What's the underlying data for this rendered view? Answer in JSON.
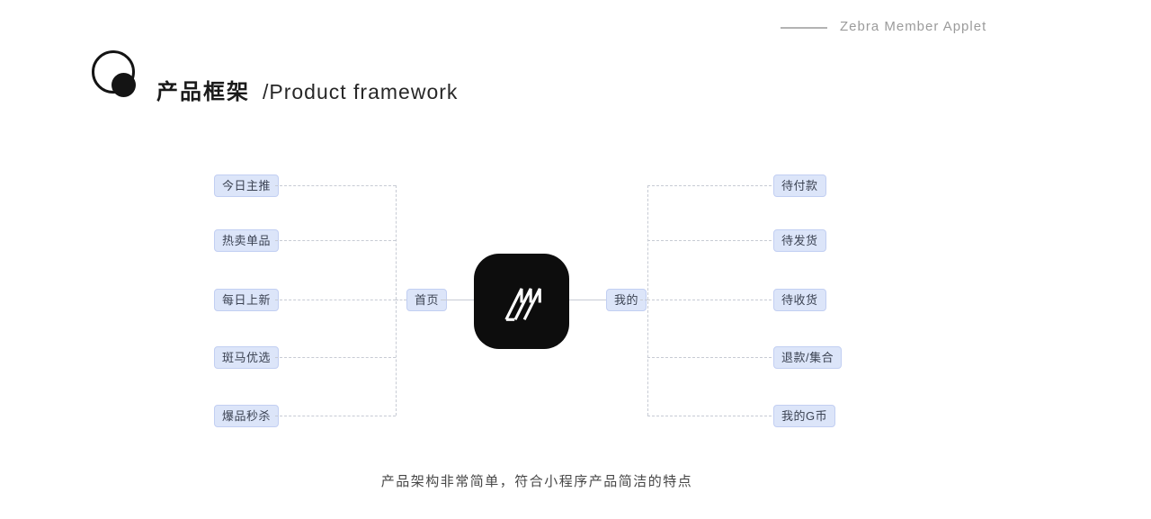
{
  "header": {
    "watermark": "Zebra Member Applet",
    "title_cn": "产品框架",
    "title_en": "/Product framework"
  },
  "diagram": {
    "home_node": "首页",
    "mine_node": "我的",
    "left_items": [
      "今日主推",
      "热卖单品",
      "每日上新",
      "斑马优选",
      "爆品秒杀"
    ],
    "right_items": [
      "待付款",
      "待发货",
      "待收货",
      "退款/集合",
      "我的G币"
    ],
    "app_icon": "zebra-logo-icon"
  },
  "footer": {
    "caption": "产品架构非常简单，符合小程序产品简洁的特点"
  },
  "colors": {
    "pill_bg": "#dce5f9",
    "pill_border": "#c2cff2",
    "pill_text": "#3b4252",
    "line": "#c7cbd4",
    "muted_text": "#9b9b9b",
    "icon_bg": "#0d0d0d"
  }
}
